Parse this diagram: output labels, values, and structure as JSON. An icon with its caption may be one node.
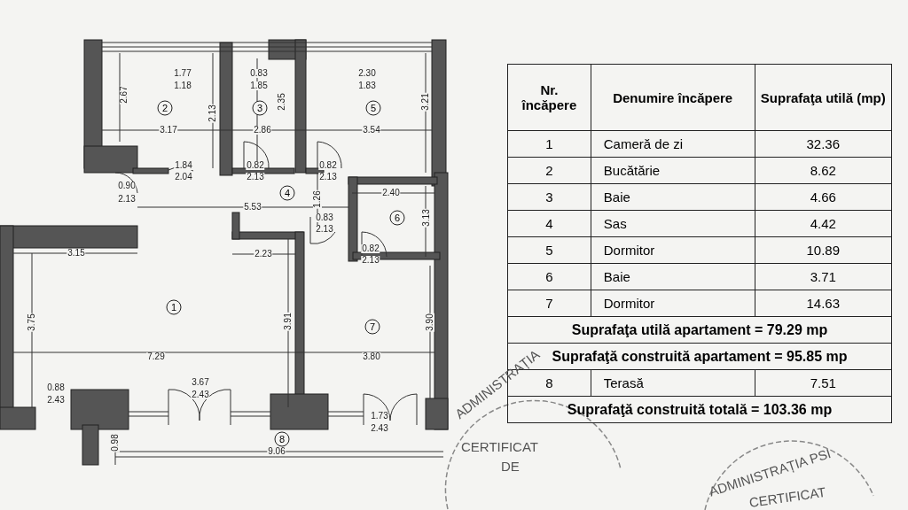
{
  "diagram": {
    "nodes": [
      {
        "text": [
          "2"
        ]
      },
      {
        "text": [
          "3"
        ]
      },
      {
        "text": [
          "5"
        ]
      },
      {
        "text": [
          "4"
        ]
      },
      {
        "text": [
          "6"
        ]
      },
      {
        "text": [
          "1"
        ]
      },
      {
        "text": [
          "7"
        ]
      },
      {
        "text": [
          "8"
        ]
      }
    ],
    "labels": [
      "1.77",
      "1.18",
      "0.83",
      "1.85",
      "2.30",
      "1.83",
      "2.67",
      "2.13",
      "2.35",
      "3.21",
      "3.17",
      "2.86",
      "3.54",
      "1.84",
      "2.04",
      "0.82",
      "2.13",
      "0.82",
      "2.13",
      "0.90",
      "2.13",
      "1.26",
      "2.40",
      "5.53",
      "3.13",
      "0.83",
      "2.13",
      "0.82",
      "2.13",
      "3.15",
      "2.23",
      "3.75",
      "3.91",
      "3.90",
      "7.29",
      "3.80",
      "0.88",
      "2.43",
      "3.67",
      "2.43",
      "1.73",
      "2.43",
      "0.98",
      "9.06",
      "Nr. încăpere",
      "Denumire încăpere",
      "Suprafaţa utilă (mp)",
      "1",
      "Cameră de zi",
      "32.36",
      "2",
      "Bucătărie",
      "8.62",
      "3",
      "Baie",
      "4.66",
      "4",
      "Sas",
      "4.42",
      "5",
      "Dormitor",
      "10.89",
      "6",
      "Baie",
      "3.71",
      "7",
      "Dormitor",
      "14.63",
      "Suprafaţa utilă apartament = 79.29 mp",
      "Suprafaţă construită apartament = 95.85 mp",
      "8",
      "Terasă",
      "7.51",
      "Suprafaţă construită totală = 103.36 mp",
      "ADMINISTRAȚIA",
      "CERTIFICAT",
      "DE",
      "ADMINISTRAȚIA PSI",
      "CERTIFICAT"
    ]
  }
}
